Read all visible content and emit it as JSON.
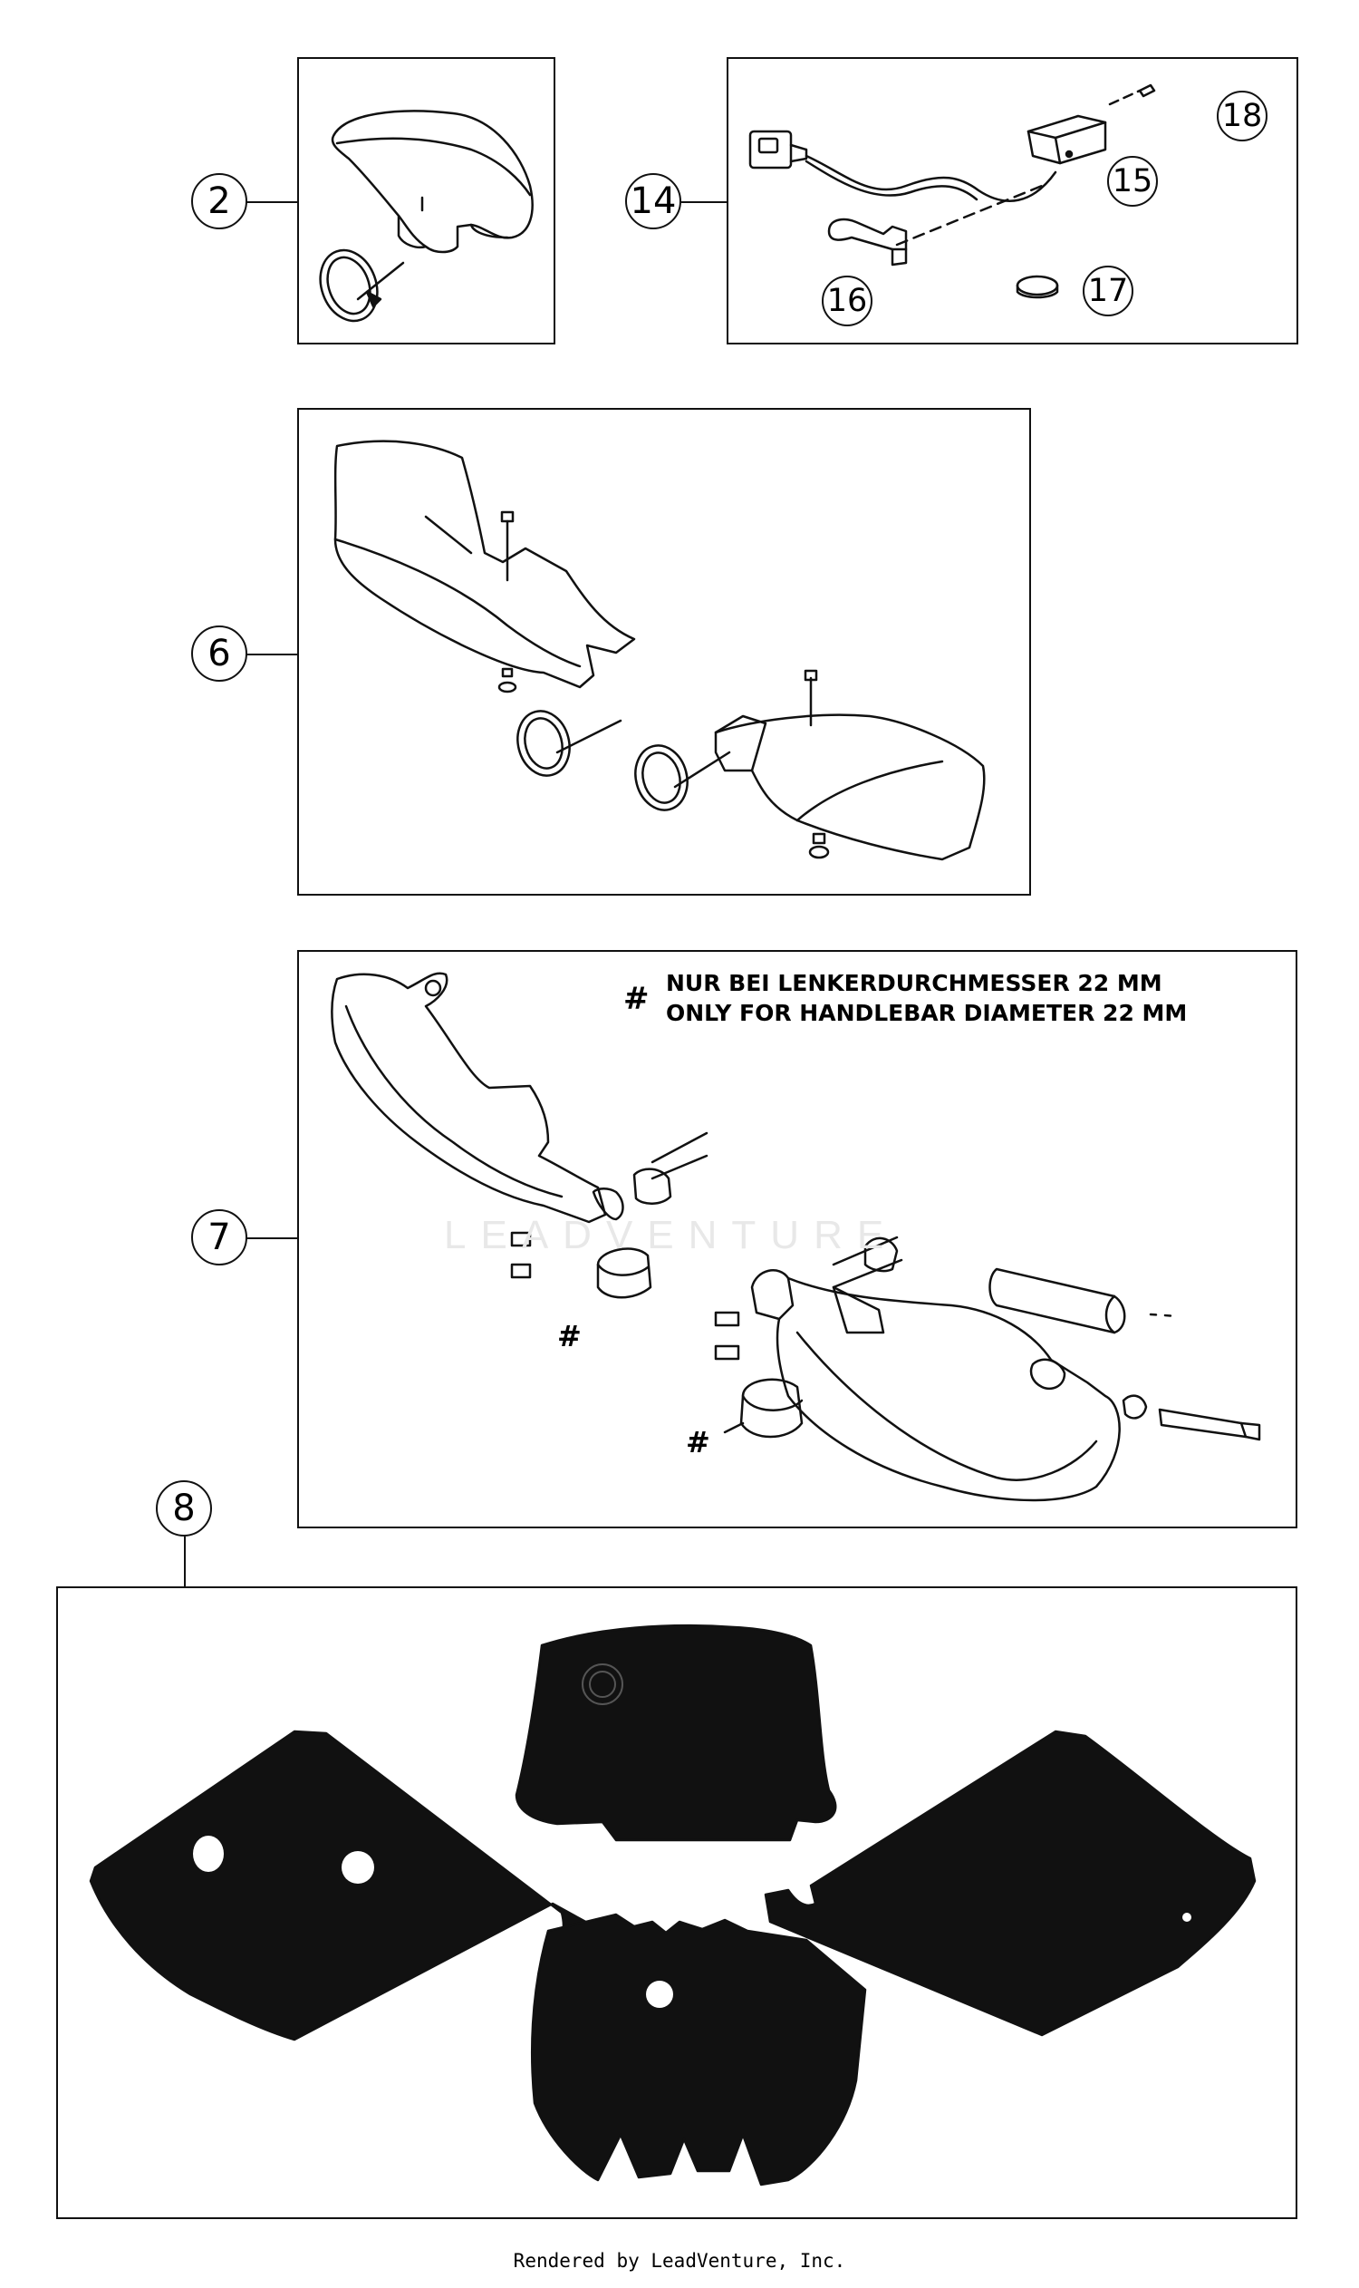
{
  "callouts": {
    "c2": "2",
    "c14": "14",
    "c15": "15",
    "c16": "16",
    "c17": "17",
    "c18": "18",
    "c6": "6",
    "c7": "7",
    "c8": "8"
  },
  "note": {
    "symbol": "#",
    "line1": "NUR BEI LENKERDURCHMESSER 22 MM",
    "line2": "ONLY FOR HANDLEBAR DIAMETER 22 MM"
  },
  "marks": {
    "hash_a": "#",
    "hash_b": "#"
  },
  "watermark": "LEADVENTURE",
  "footer": "Rendered by LeadVenture, Inc."
}
